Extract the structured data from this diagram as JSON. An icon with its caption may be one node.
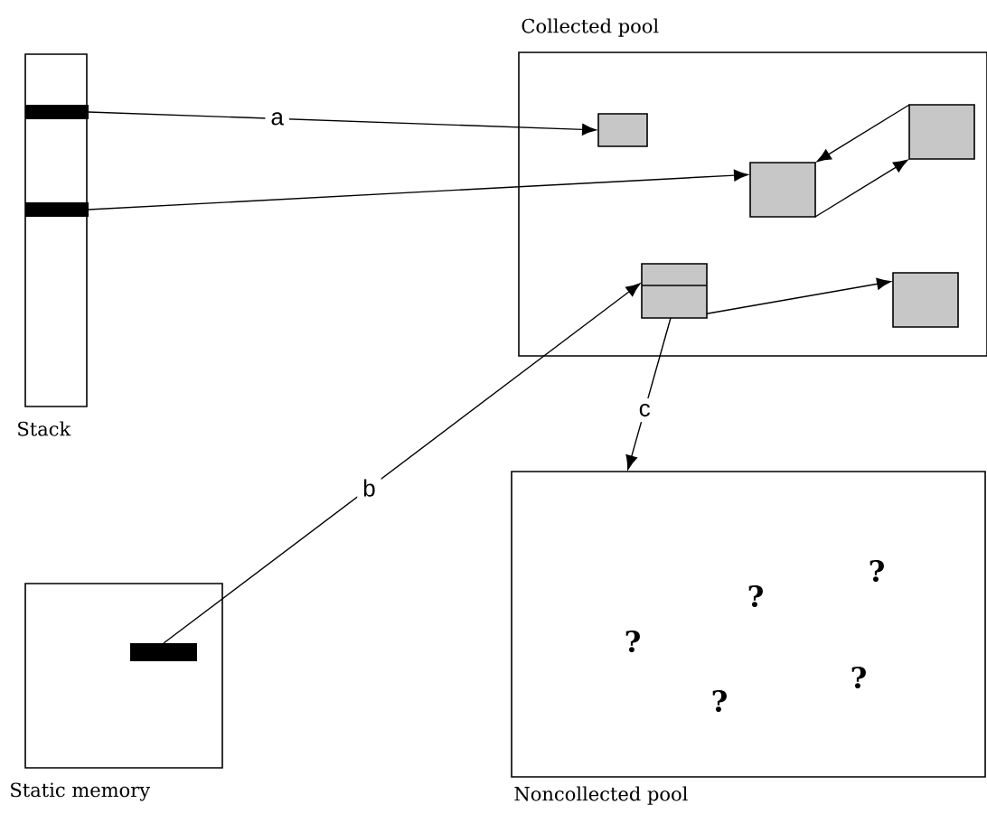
{
  "diagram": {
    "nodes": [
      {
        "text": [
          "Stack"
        ]
      },
      {
        "text": [],
        "shape": "bar",
        "in": 0
      },
      {
        "text": [],
        "shape": "bar",
        "in": 0
      },
      {
        "text": [
          "Static memory"
        ]
      },
      {
        "text": [],
        "shape": "bar",
        "in": 3
      },
      {
        "text": [
          "Collected pool"
        ]
      },
      {
        "text": [],
        "shape": "box",
        "in": 5
      },
      {
        "text": [],
        "shape": "box",
        "in": 5
      },
      {
        "text": [],
        "shape": "box",
        "in": 5
      },
      {
        "text": [],
        "shape": "box",
        "in": 5
      },
      {
        "text": [],
        "shape": "box",
        "in": 5
      },
      {
        "text": [
          "Noncollected pool"
        ]
      }
    ],
    "edges": [
      {
        "from": 1,
        "to": 6,
        "arrow": "to",
        "label": "a"
      },
      {
        "from": 2,
        "to": 7,
        "arrow": "to"
      },
      {
        "from": 8,
        "to": 7,
        "arrow": "to"
      },
      {
        "from": 7,
        "to": 8,
        "arrow": "to"
      },
      {
        "from": 4,
        "to": 9,
        "arrow": "to",
        "label": "b"
      },
      {
        "from": 9,
        "to": 10,
        "arrow": "to"
      },
      {
        "from": 9,
        "to": 11,
        "arrow": "to",
        "label": "c"
      }
    ],
    "labels": [
      "?",
      "?",
      "?",
      "?",
      "?"
    ]
  }
}
